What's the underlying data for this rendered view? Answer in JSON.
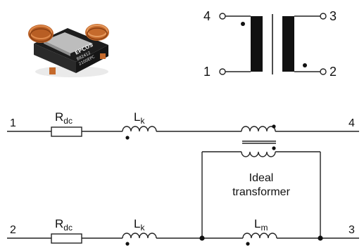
{
  "photo": {
    "brand_text": "EPCOS",
    "part_line_1": "B82412",
    "part_line_2": "2100EPC",
    "colors": {
      "body": "#1d1d1d",
      "copper": "#c56a2c",
      "top_plate": "#bdbdbd"
    }
  },
  "symbol": {
    "pins": {
      "top_left": "4",
      "top_right": "3",
      "bottom_left": "1",
      "bottom_right": "2"
    }
  },
  "circuit": {
    "top": {
      "left_terminal": "1",
      "right_terminal": "4",
      "resistor": {
        "main": "R",
        "sub": "dc"
      },
      "inductor": {
        "main": "L",
        "sub": "k"
      }
    },
    "bottom": {
      "left_terminal": "2",
      "right_terminal": "3",
      "resistor": {
        "main": "R",
        "sub": "dc"
      },
      "inductor": {
        "main": "L",
        "sub": "k"
      },
      "magnetizing": {
        "main": "L",
        "sub": "m"
      }
    },
    "transformer_label_line1": "Ideal",
    "transformer_label_line2": "transformer",
    "colors": {
      "wire": "#222222",
      "background": "#ffffff"
    }
  }
}
